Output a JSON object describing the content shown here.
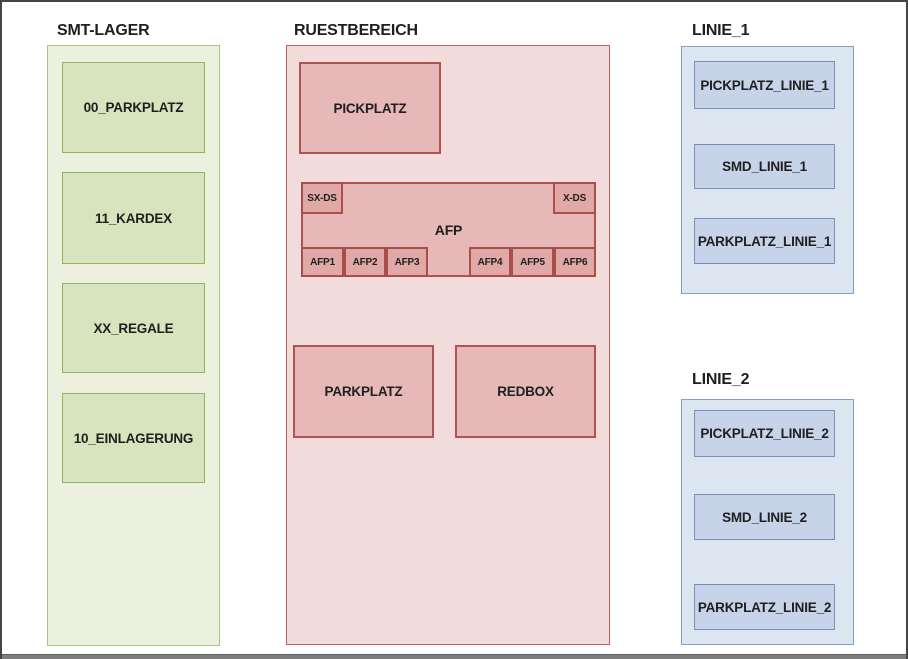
{
  "palette": {
    "frame_border": "#454545",
    "bottom_bar": "#7d7d7d",
    "text": "#1f1f1f",
    "green_area_fill": "#EBF1DE",
    "green_area_border": "#A5C47C",
    "green_box_fill": "#D8E4BD",
    "green_box_border": "#93B457",
    "red_area_fill": "#F2DCDB",
    "red_area_border": "#BF5F5F",
    "red_box_fill": "#E6B9B8",
    "red_box_border": "#B35351",
    "red_slot_fill": "#E0A9A8",
    "red_slot_border": "#A94E4B",
    "blue_area_fill": "#DCE6F1",
    "blue_area_border": "#8C9FB8",
    "blue_box_fill": "#C6D3E8",
    "blue_box_border": "#7A8EB8"
  },
  "sections": {
    "smt_lager": {
      "title": "SMT-LAGER",
      "boxes": [
        "00_PARKPLATZ",
        "11_KARDEX",
        "XX_REGALE",
        "10_EINLAGERUNG"
      ]
    },
    "ruestbereich": {
      "title": "RUESTBEREICH",
      "pickplatz_label": "PICKPLATZ",
      "afp": {
        "label": "AFP",
        "sx_ds_label": "SX-DS",
        "x_ds_label": "X-DS",
        "slots": [
          "AFP1",
          "AFP2",
          "AFP3",
          "AFP4",
          "AFP5",
          "AFP6"
        ]
      },
      "parkplatz_label": "PARKPLATZ",
      "redbox_label": "REDBOX"
    },
    "linie_1": {
      "title": "LINIE_1",
      "boxes": [
        "PICKPLATZ_LINIE_1",
        "SMD_LINIE_1",
        "PARKPLATZ_LINIE_1"
      ]
    },
    "linie_2": {
      "title": "LINIE_2",
      "boxes": [
        "PICKPLATZ_LINIE_2",
        "SMD_LINIE_2",
        "PARKPLATZ_LINIE_2"
      ]
    }
  }
}
